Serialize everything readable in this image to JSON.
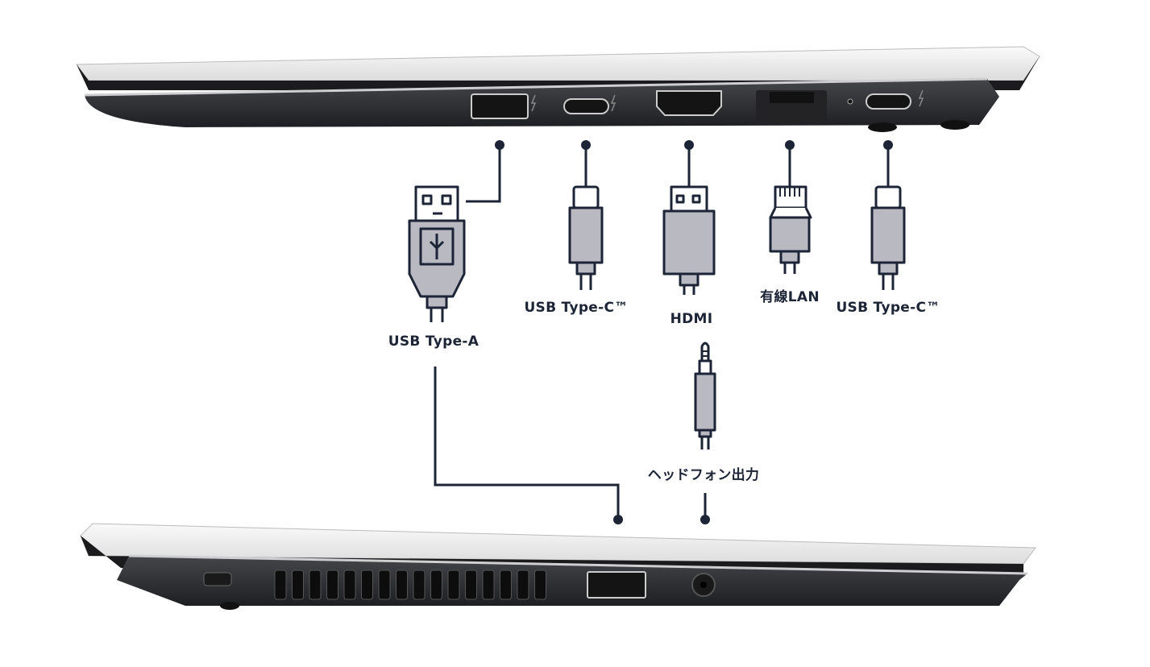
{
  "ports": {
    "usb_a": {
      "label": "USB Type-A"
    },
    "usb_c_1": {
      "label": "USB Type-C™"
    },
    "hdmi": {
      "label": "HDMI"
    },
    "lan": {
      "label": "有線LAN"
    },
    "usb_c_2": {
      "label": "USB Type-C™"
    },
    "headphone": {
      "label": "ヘッドフォン出力"
    }
  },
  "colors": {
    "line": "#1c2436",
    "connector_fill": "#b9b9c1",
    "body": "#2f3034",
    "lid": "#f2f2f2"
  }
}
